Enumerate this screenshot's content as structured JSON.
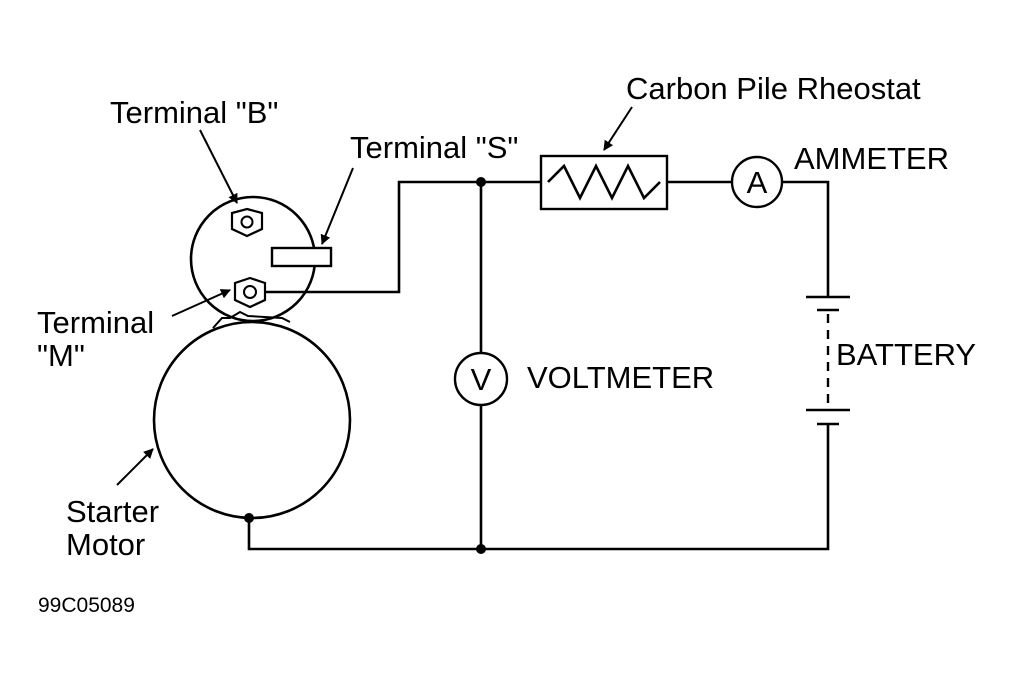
{
  "labels": {
    "terminal_b": "Terminal \"B\"",
    "terminal_s": "Terminal \"S\"",
    "terminal_m_line1": "Terminal",
    "terminal_m_line2": "\"M\"",
    "carbon_pile": "Carbon Pile Rheostat",
    "ammeter": "AMMETER",
    "ammeter_symbol": "A",
    "voltmeter": "VOLTMETER",
    "voltmeter_symbol": "V",
    "battery": "BATTERY",
    "starter_line1": "Starter",
    "starter_line2": "Motor",
    "figure_code": "99C05089"
  }
}
